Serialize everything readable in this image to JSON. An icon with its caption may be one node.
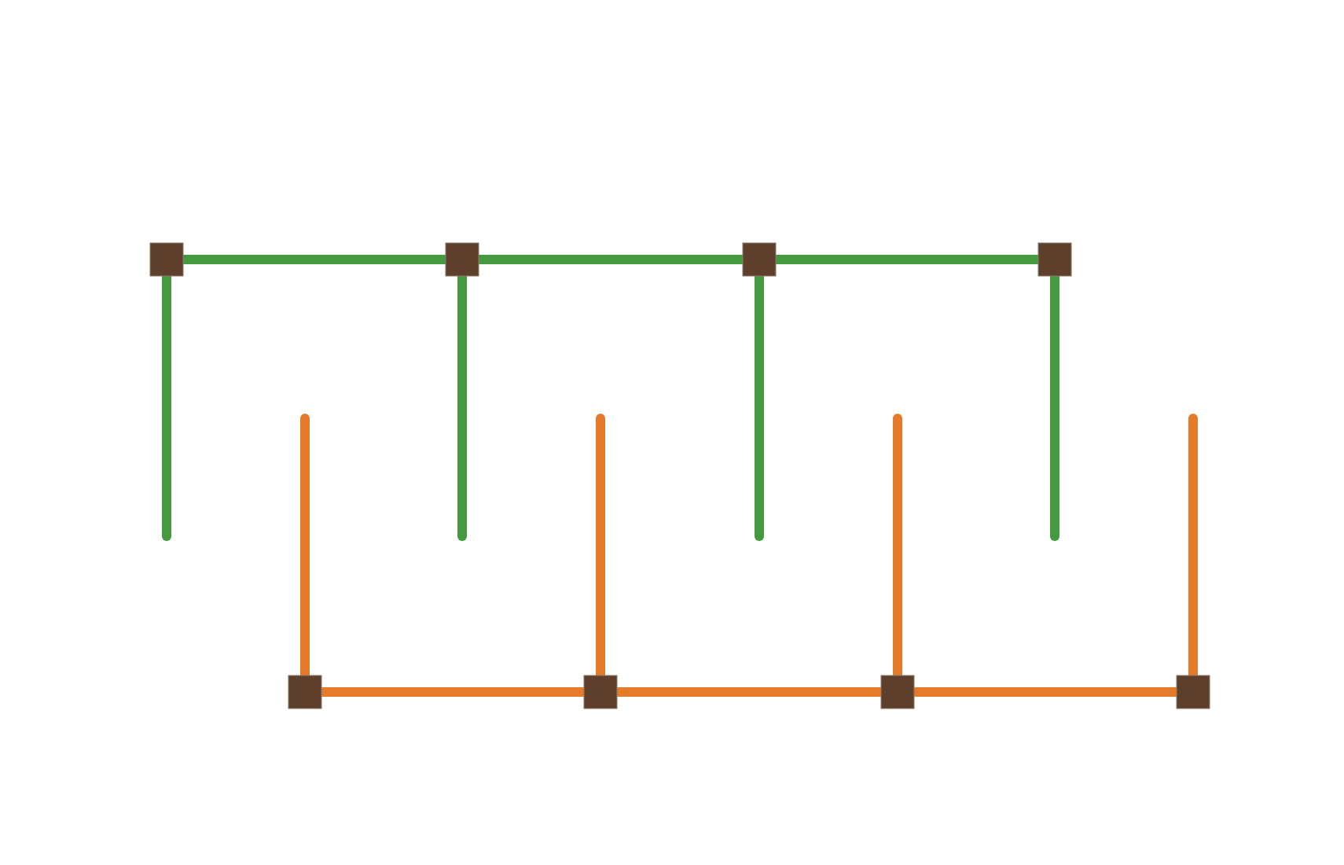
{
  "diagram": {
    "nodes": [
      {
        "text": [],
        "shape": "box"
      },
      {
        "text": [],
        "shape": "box"
      },
      {
        "text": [],
        "shape": "box"
      },
      {
        "text": [],
        "shape": "box"
      },
      {
        "text": [],
        "shape": "box"
      },
      {
        "text": [],
        "shape": "box"
      },
      {
        "text": [],
        "shape": "box"
      },
      {
        "text": [],
        "shape": "box"
      }
    ],
    "edges": [
      {
        "from": 0,
        "to": 1,
        "arrow": "none",
        "color": "#45993f"
      },
      {
        "from": 1,
        "to": 2,
        "arrow": "none",
        "color": "#45993f"
      },
      {
        "from": 2,
        "to": 3,
        "arrow": "none",
        "color": "#45993f"
      },
      {
        "from": 0,
        "to": null,
        "arrow": "none",
        "color": "#45993f"
      },
      {
        "from": 1,
        "to": null,
        "arrow": "none",
        "color": "#45993f"
      },
      {
        "from": 2,
        "to": null,
        "arrow": "none",
        "color": "#45993f"
      },
      {
        "from": 3,
        "to": null,
        "arrow": "none",
        "color": "#45993f"
      },
      {
        "from": 4,
        "to": 5,
        "arrow": "none",
        "color": "#e57b2a"
      },
      {
        "from": 5,
        "to": 6,
        "arrow": "none",
        "color": "#e57b2a"
      },
      {
        "from": 6,
        "to": 7,
        "arrow": "none",
        "color": "#e57b2a"
      },
      {
        "from": null,
        "to": 4,
        "arrow": "none",
        "color": "#e57b2a"
      },
      {
        "from": null,
        "to": 5,
        "arrow": "none",
        "color": "#e57b2a"
      },
      {
        "from": null,
        "to": 6,
        "arrow": "none",
        "color": "#e57b2a"
      },
      {
        "from": null,
        "to": 7,
        "arrow": "none",
        "color": "#e57b2a"
      }
    ]
  }
}
